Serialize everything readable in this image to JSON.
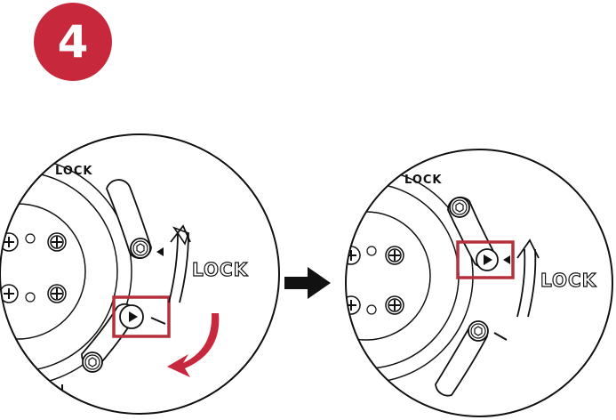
{
  "step": {
    "number": "4",
    "badge_color": "#c8283c"
  },
  "colors": {
    "line": "#111111",
    "highlight": "#b5303d",
    "arrow_red": "#c8283c",
    "arrow_black": "#111111"
  },
  "before_panel": {
    "top_label": "LOCK",
    "side_label": "LOCK",
    "highlight": "screw-slot-highlight",
    "rotate_arrow": "curved-red-arrow"
  },
  "after_panel": {
    "top_label": "LOCK",
    "side_label": "LOCK",
    "highlight": "screw-slot-highlight"
  },
  "transition": {
    "icon": "right-arrow-icon"
  }
}
